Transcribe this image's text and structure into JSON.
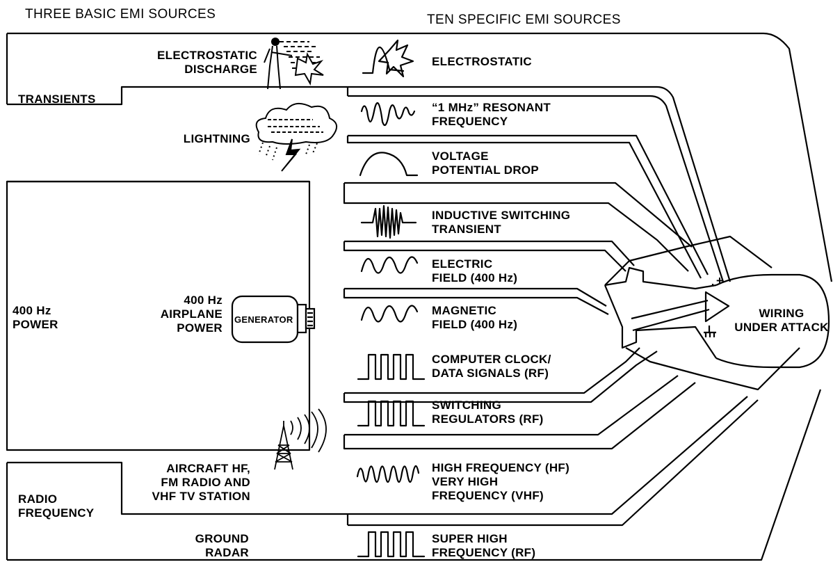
{
  "headers": {
    "left": "THREE BASIC EMI SOURCES",
    "right": "TEN SPECIFIC EMI SOURCES"
  },
  "basic_sources": [
    {
      "label": "TRANSIENTS"
    },
    {
      "label": "400 Hz\nPOWER"
    },
    {
      "label": "RADIO\nFREQUENCY"
    }
  ],
  "mechanisms": [
    {
      "label": "ELECTROSTATIC\nDISCHARGE"
    },
    {
      "label": "LIGHTNING"
    },
    {
      "label": "400 Hz\nAIRPLANE\nPOWER"
    },
    {
      "label": "AIRCRAFT HF,\nFM RADIO AND\nVHF TV STATION"
    },
    {
      "label": "GROUND\nRADAR"
    }
  ],
  "generator_label": "GENERATOR",
  "specific_sources": [
    {
      "label": "ELECTROSTATIC",
      "waveform": "spike-with-spark"
    },
    {
      "label": "“1 MHz” RESONANT\nFREQUENCY",
      "waveform": "damped-oscillation"
    },
    {
      "label": "VOLTAGE\nPOTENTIAL DROP",
      "waveform": "single-hump"
    },
    {
      "label": "INDUCTIVE SWITCHING\nTRANSIENT",
      "waveform": "burst"
    },
    {
      "label": "ELECTRIC\nFIELD (400 Hz)",
      "waveform": "sine"
    },
    {
      "label": "MAGNETIC\nFIELD (400 Hz)",
      "waveform": "sine"
    },
    {
      "label": "COMPUTER CLOCK/\nDATA SIGNALS (RF)",
      "waveform": "square-pulses"
    },
    {
      "label": "SWITCHING\nREGULATORS (RF)",
      "waveform": "square-pulses"
    },
    {
      "label": "HIGH FREQUENCY (HF)\nVERY HIGH\nFREQUENCY (VHF)",
      "waveform": "fast-sine"
    },
    {
      "label": "SUPER HIGH\nFREQUENCY (RF)",
      "waveform": "square-pulses"
    }
  ],
  "target": {
    "label": "WIRING\nUNDER ATTACK"
  },
  "plus_sign": "+"
}
